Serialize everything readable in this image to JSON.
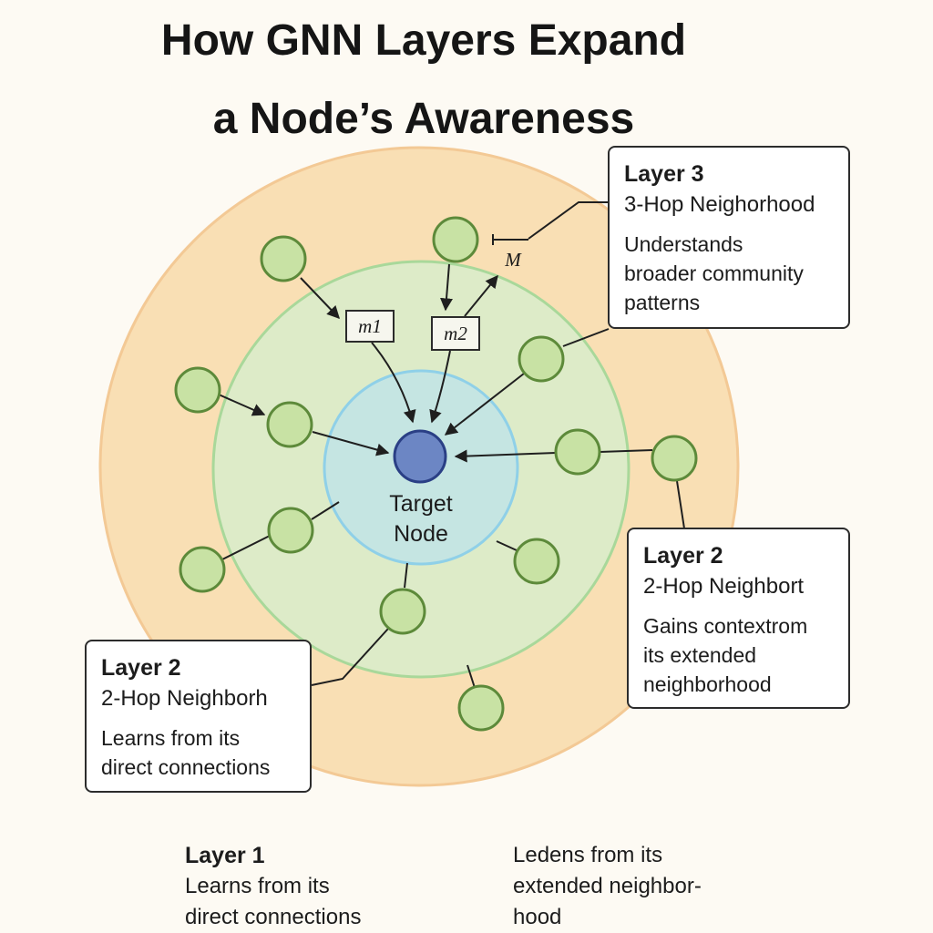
{
  "title": {
    "line1": "How GNN Layers Expand",
    "line2": "a Node’s Awareness"
  },
  "target": {
    "line1": "Target",
    "line2": "Node"
  },
  "messages": {
    "m1": "m1",
    "m2": "m2",
    "M": "M"
  },
  "callouts": {
    "layer3": {
      "title": "Layer 3",
      "subtitle": "3-Hop Neighorhood",
      "desc": [
        "Understands",
        "broader community",
        "patterns"
      ]
    },
    "layer2_right": {
      "title": "Layer 2",
      "subtitle": "2-Hop Neighbort",
      "desc": [
        "Gains contextrom",
        "its extended",
        "neighborhood"
      ]
    },
    "layer2_left": {
      "title": "Layer 2",
      "subtitle": "2-Hop Neighborh",
      "desc": [
        "Learns from its",
        "direct connections"
      ]
    }
  },
  "bottom": {
    "left": {
      "title": "Layer 1",
      "lines": [
        "Learns from its",
        "direct connections"
      ]
    },
    "right": {
      "lines": [
        "Ledens from its",
        "extended neighbor-",
        "hood"
      ]
    }
  },
  "colors": {
    "outer_ring": "#f9dfb4",
    "middle_ring": "#ddebc8",
    "inner_ring": "#c5e5e2",
    "target_node": "#6c86c4",
    "neighbor_node": "#c8e2a4",
    "node_stroke": "#5d8a3a"
  }
}
